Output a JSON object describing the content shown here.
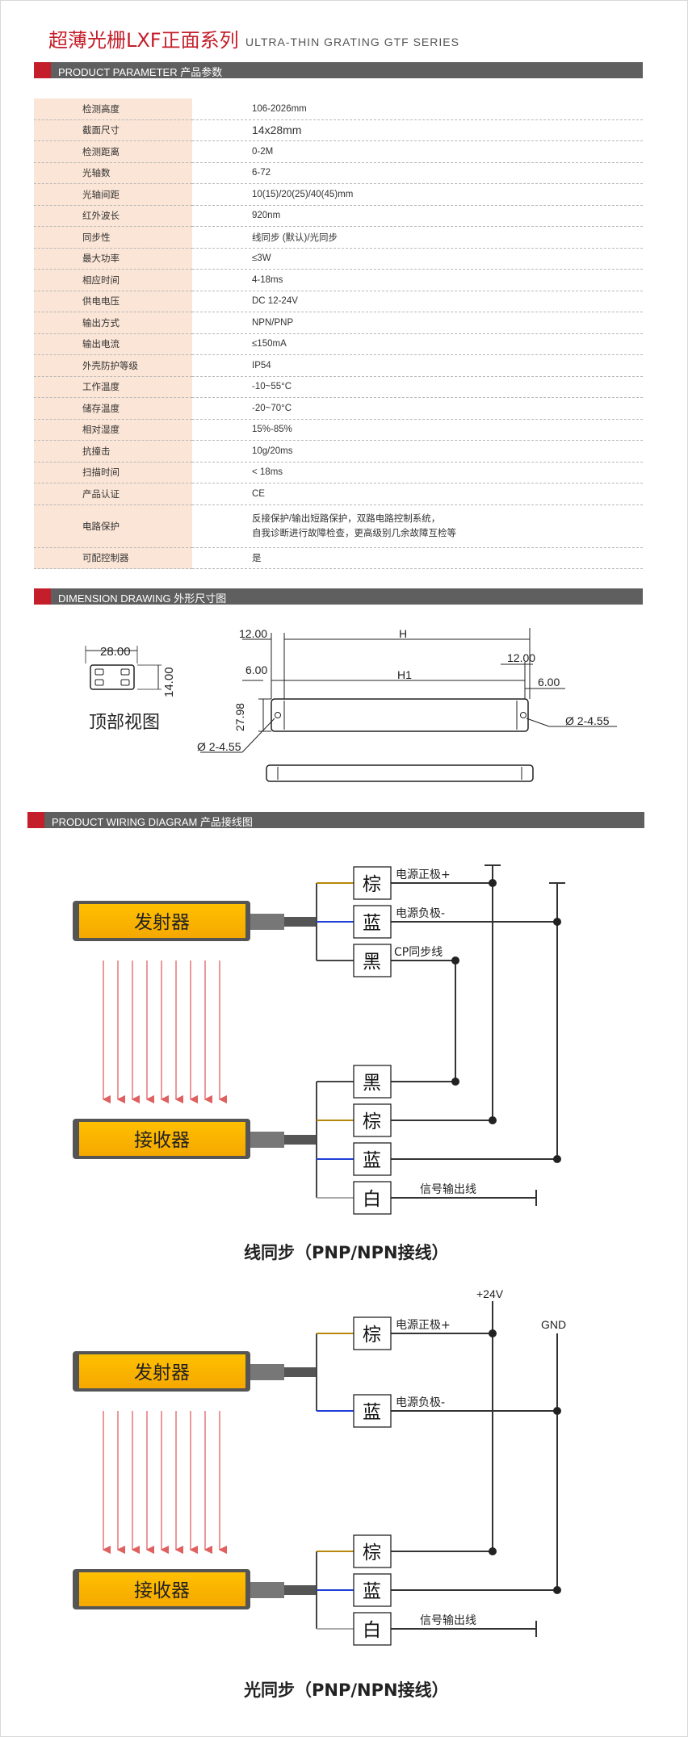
{
  "header": {
    "title_cn": "超薄光栅LXF正面系列",
    "title_en": "ULTRA-THIN GRATING GTF SERIES"
  },
  "sections": {
    "parameter": "PRODUCT PARAMETER  产品参数",
    "dimension": "DIMENSION DRAWING 外形尺寸图",
    "wiring": "PRODUCT WIRING DIAGRAM 产品接线图"
  },
  "params": [
    {
      "k": "检测高度",
      "v": "106-2026mm"
    },
    {
      "k": "截面尺寸",
      "v": "14x28mm"
    },
    {
      "k": "检测距离",
      "v": "0-2M"
    },
    {
      "k": "光轴数",
      "v": "6-72"
    },
    {
      "k": "光轴间距",
      "v": "10(15)/20(25)/40(45)mm"
    },
    {
      "k": "红外波长",
      "v": "920nm"
    },
    {
      "k": "同步性",
      "v": "线同步 (默认)/光同步"
    },
    {
      "k": "最大功率",
      "v": "≤3W"
    },
    {
      "k": "相应时间",
      "v": "4-18ms"
    },
    {
      "k": "供电电压",
      "v": "DC 12-24V"
    },
    {
      "k": "输出方式",
      "v": "NPN/PNP"
    },
    {
      "k": "输出电流",
      "v": "≤150mA"
    },
    {
      "k": "外壳防护等级",
      "v": "IP54"
    },
    {
      "k": "工作温度",
      "v": "-10~55°C"
    },
    {
      "k": "储存温度",
      "v": "-20~70°C"
    },
    {
      "k": "相对湿度",
      "v": "15%-85%"
    },
    {
      "k": "抗撞击",
      "v": "10g/20ms"
    },
    {
      "k": "扫描时间",
      "v": "< 18ms"
    },
    {
      "k": "产品认证",
      "v": "CE"
    },
    {
      "k": "电路保护",
      "v": "反接保护/输出短路保护，双路电路控制系统，",
      "v2": "自我诊断进行故障检查，更高级别几余故障互检等"
    },
    {
      "k": "可配控制器",
      "v": "是"
    }
  ],
  "dimension": {
    "top_width": "28.00",
    "top_height": "14.00",
    "top_view_label": "顶部视图",
    "d_12a": "12.00",
    "d_H": "H",
    "d_6a": "6.00",
    "d_H1": "H1",
    "d_12b": "12.00",
    "d_6b": "6.00",
    "d_2798": "27.98",
    "hole_left": "Ø 2-4.55",
    "hole_right": "Ø 2-4.55"
  },
  "wiring1": {
    "emitter": "发射器",
    "receiver": "接收器",
    "w_brown": "棕",
    "w_blue": "蓝",
    "w_black": "黑",
    "w_white": "白",
    "lbl_pos": "电源正极+",
    "lbl_neg": "电源负极-",
    "lbl_cp": "CP同步线",
    "lbl_sig": "信号输出线",
    "caption": "线同步（PNP/NPN接线）"
  },
  "wiring2": {
    "emitter": "发射器",
    "receiver": "接收器",
    "w_brown": "棕",
    "w_blue": "蓝",
    "w_white": "白",
    "lbl_pos": "电源正极+",
    "lbl_neg": "电源负极-",
    "lbl_sig": "信号输出线",
    "v24": "+24V",
    "gnd": "GND",
    "caption": "光同步（PNP/NPN接线）"
  },
  "colors": {
    "accent_red": "#c41e2a",
    "bar_grey": "#5f5f5f",
    "param_key_bg": "#fbe5d6",
    "device_yellow": "#ffbe00",
    "wire_brown": "#b8860b",
    "wire_blue": "#1f3fd9",
    "beam_red": "#e06060"
  }
}
